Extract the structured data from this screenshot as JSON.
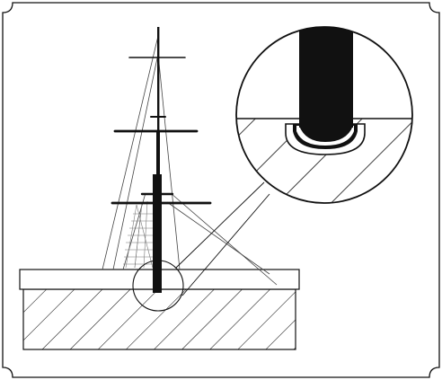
{
  "figure": {
    "description_visible_text": "",
    "colors": {
      "ink": "#111111",
      "paper": "#ffffff",
      "thin_line": "#555555"
    },
    "parts": [
      "frame-border",
      "ship-deck",
      "hull-section-hatched",
      "mast",
      "yards",
      "rigging-stays",
      "ratlines-netting",
      "magnifier-circle-small",
      "magnifier-circle-large",
      "leader-lines",
      "mast-step-detail"
    ]
  }
}
